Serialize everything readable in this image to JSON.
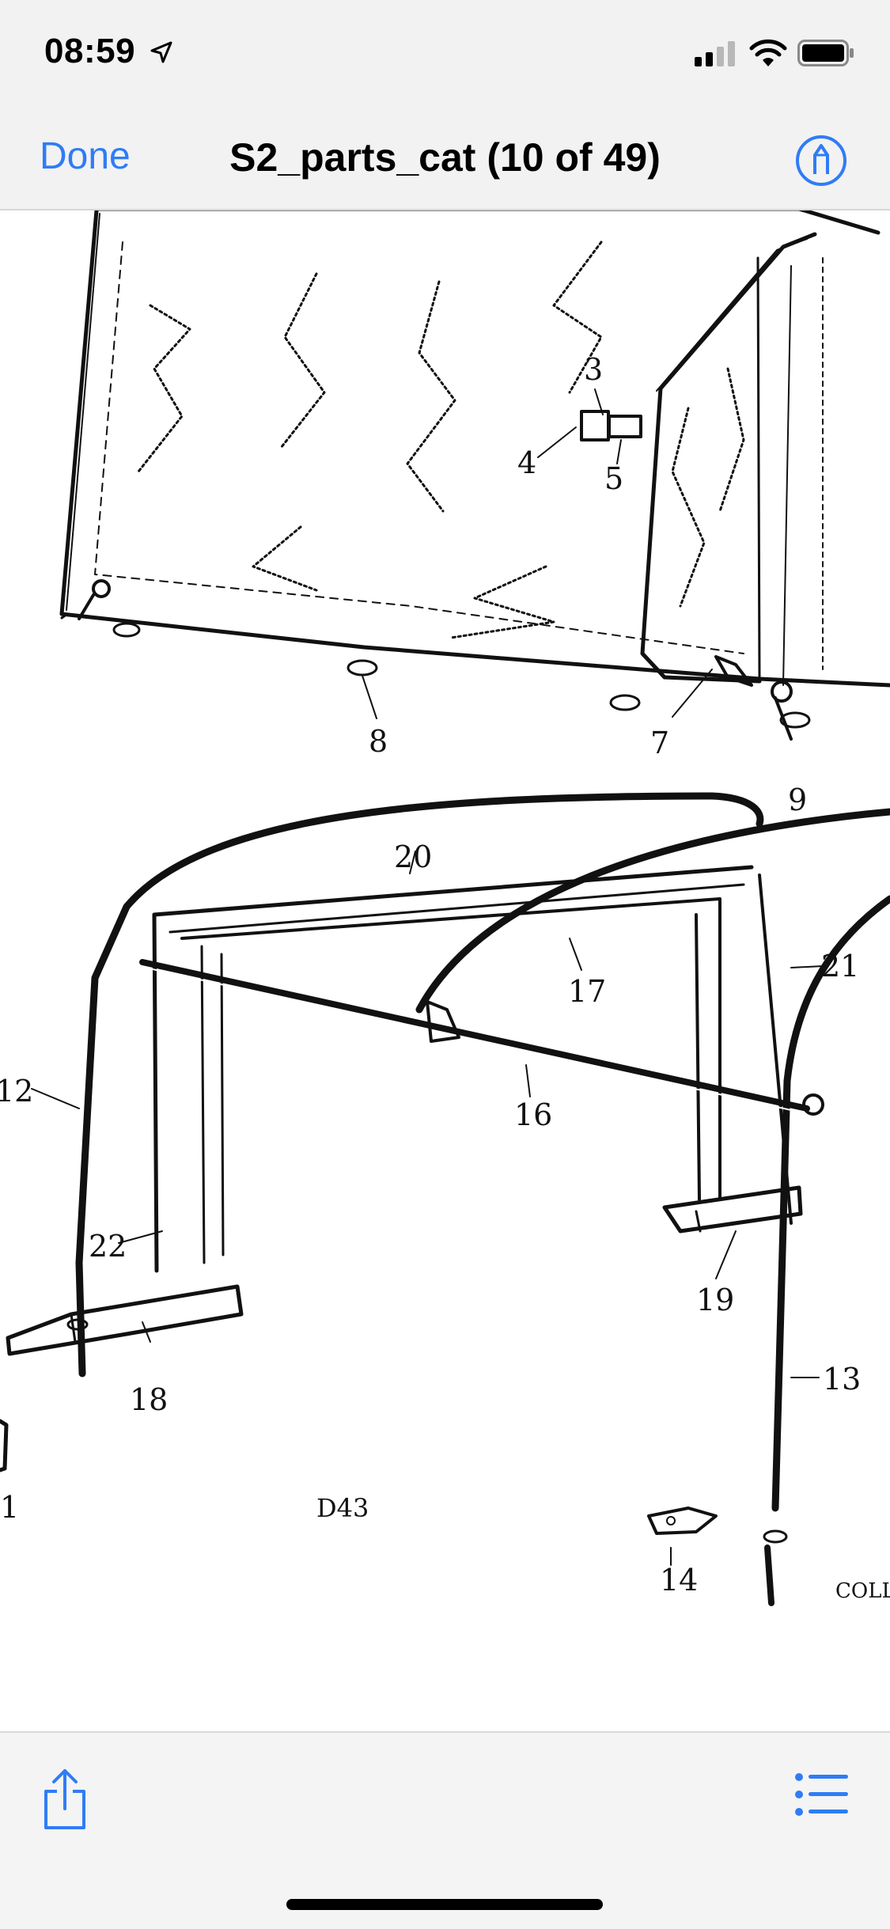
{
  "status_bar": {
    "time": "08:59",
    "icons": [
      "location-arrow-icon",
      "cellular-signal-icon",
      "wifi-icon",
      "battery-icon"
    ]
  },
  "nav": {
    "done_label": "Done",
    "title": "S2_parts_cat (10 of 49)",
    "markup_icon": "markup-pen-icon"
  },
  "document": {
    "diagram_code": "D43",
    "cut_off_text": "COLL",
    "callouts": [
      "3",
      "4",
      "5",
      "7",
      "8",
      "9",
      "20",
      "21",
      "17",
      "16",
      "12",
      "22",
      "19",
      "18",
      "13",
      "14",
      "1"
    ]
  },
  "toolbar": {
    "share_icon": "share-icon",
    "list_icon": "list-view-icon"
  },
  "colors": {
    "accent": "#2f7cf6",
    "bar_background": "#f2f2f2",
    "ink": "#111111"
  }
}
